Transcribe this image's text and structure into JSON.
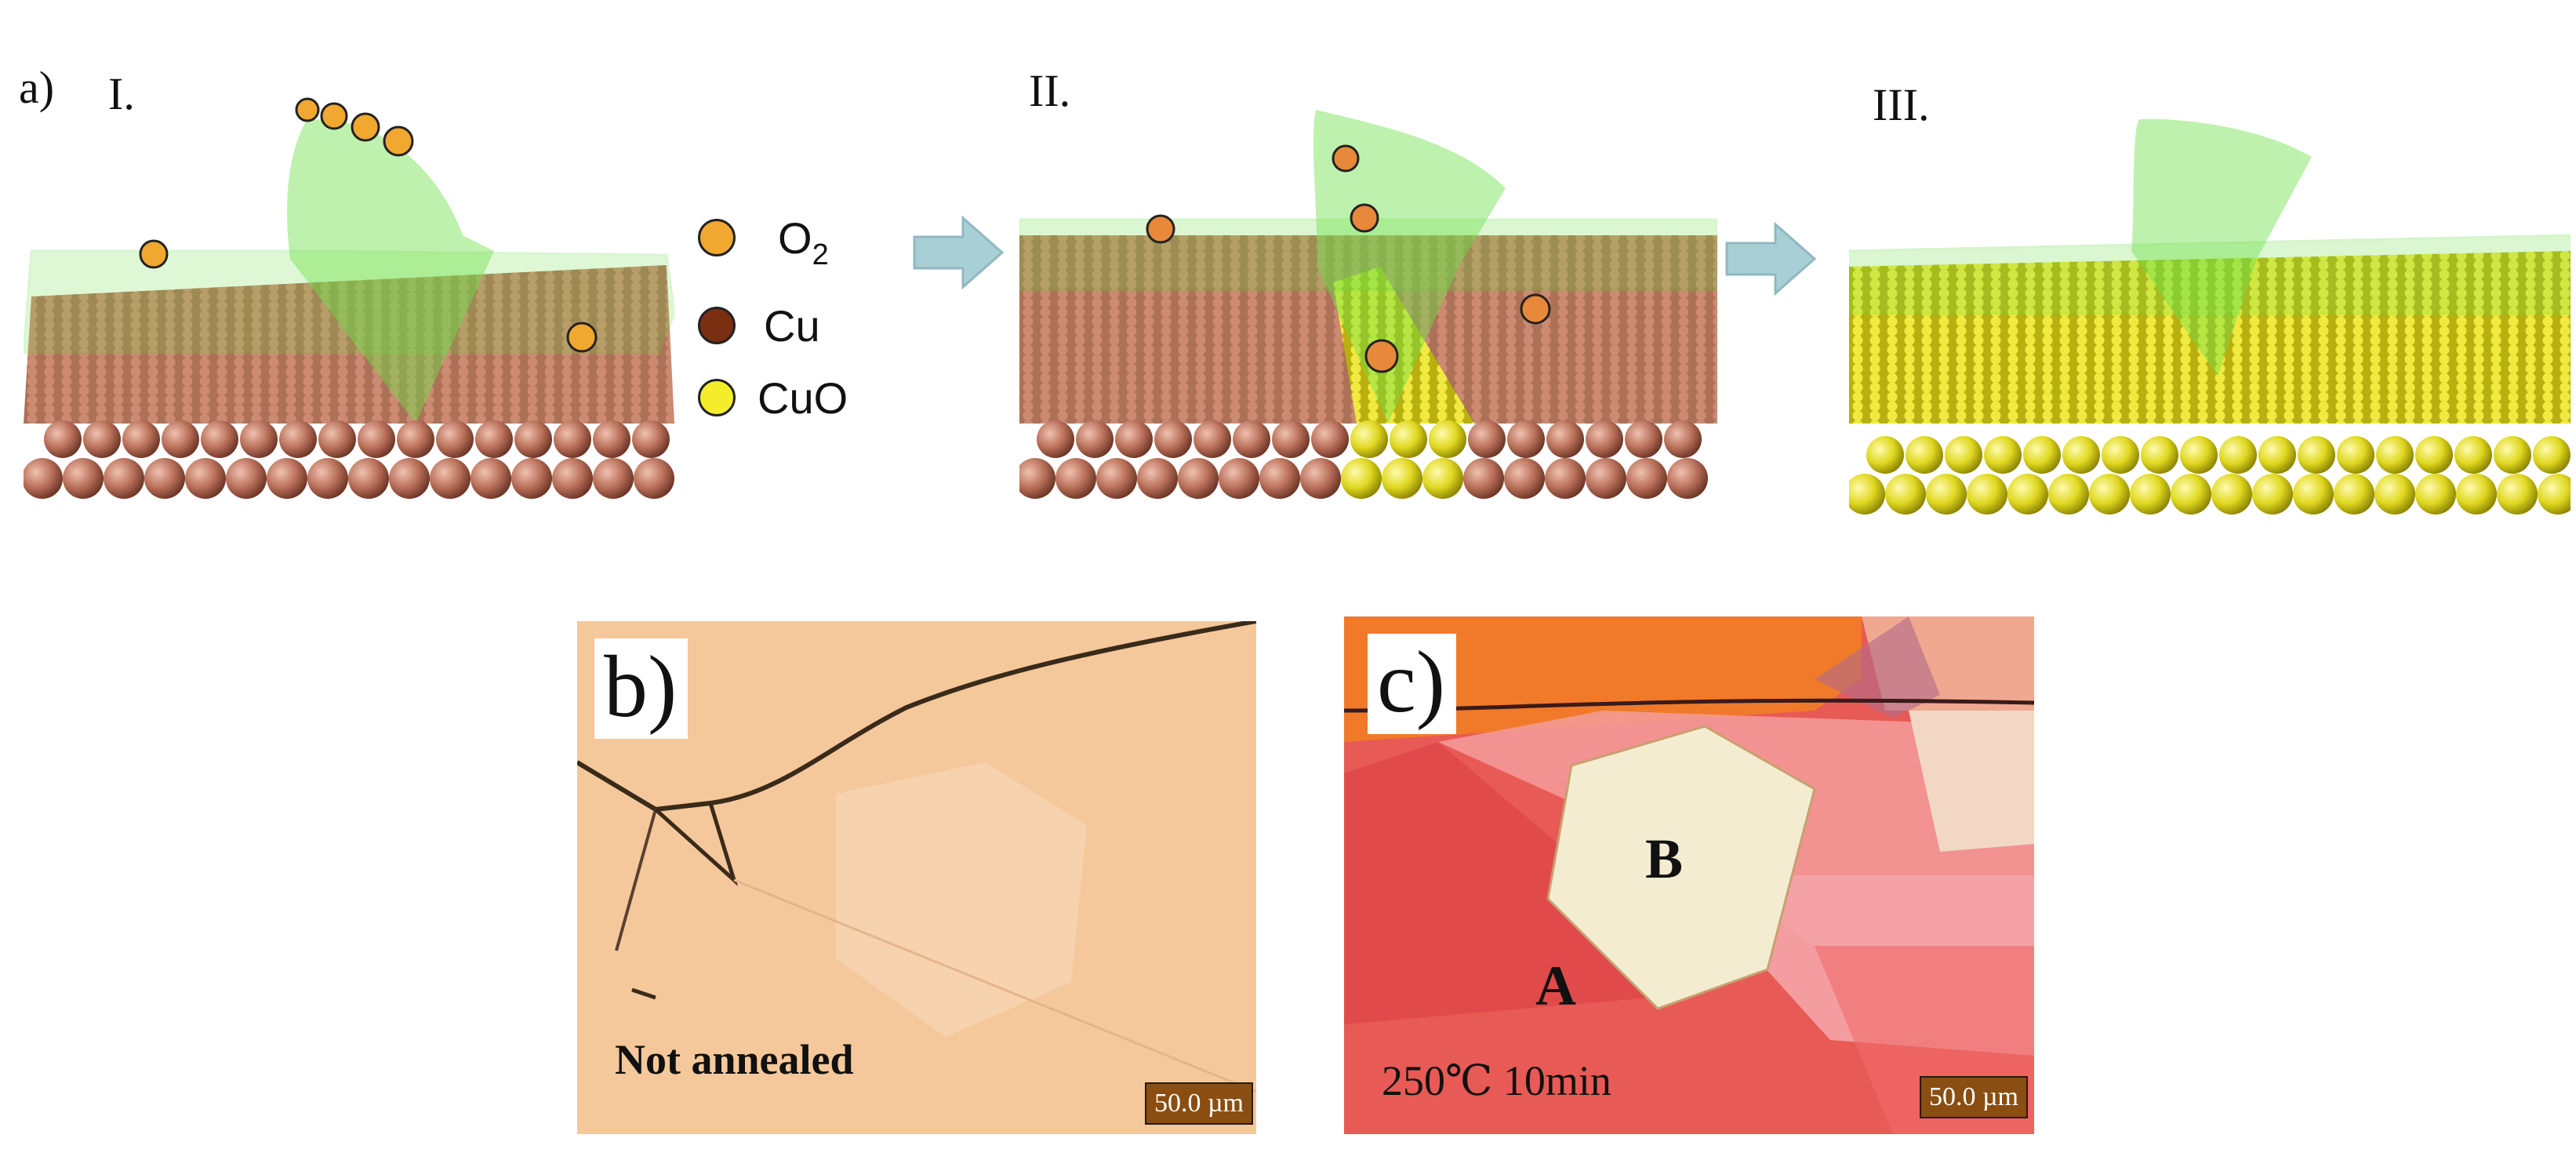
{
  "panel_a": {
    "label": "a)",
    "stages": [
      {
        "label": "I."
      },
      {
        "label": "II."
      },
      {
        "label": "III."
      }
    ],
    "legend": [
      {
        "label": "O",
        "subscript": "2",
        "color": "#f0a830"
      },
      {
        "label": "Cu",
        "subscript": "",
        "color": "#7a2e12"
      },
      {
        "label": "CuO",
        "subscript": "",
        "color": "#f4ee2a"
      }
    ],
    "colors": {
      "copper": "#b9705a",
      "copper_oxide": "#e0d820",
      "graphene": "#6fe04a",
      "arrow": "#a9cfd6"
    }
  },
  "panel_b": {
    "label": "b)",
    "caption": "Not annealed",
    "scale_bar": "50.0 µm",
    "background_color": "#f4c89a"
  },
  "panel_c": {
    "label": "c)",
    "caption": "250℃  10min",
    "scale_bar": "50.0 µm",
    "region_a": "A",
    "region_b": "B",
    "background_color": "#e65a55"
  }
}
